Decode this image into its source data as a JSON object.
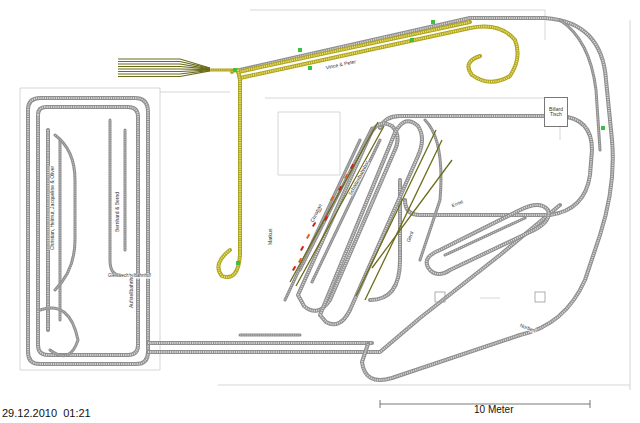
{
  "diagram": {
    "nodes": [
      {
        "text": [
          "Billard Tisch"
        ]
      }
    ],
    "labels": [
      "Vince & Peter",
      "Christian, Helmut, Jacqueline & Oliver",
      "Bernhard & Bernd",
      "Gleiswechselbahnhof",
      "Aufstellbahnhof",
      "Markus",
      "Christian",
      "Schattenbahnhof",
      "Gerd",
      "Ernst",
      "Norbert",
      "10 Meter",
      "29.12.2010  01:21"
    ]
  }
}
